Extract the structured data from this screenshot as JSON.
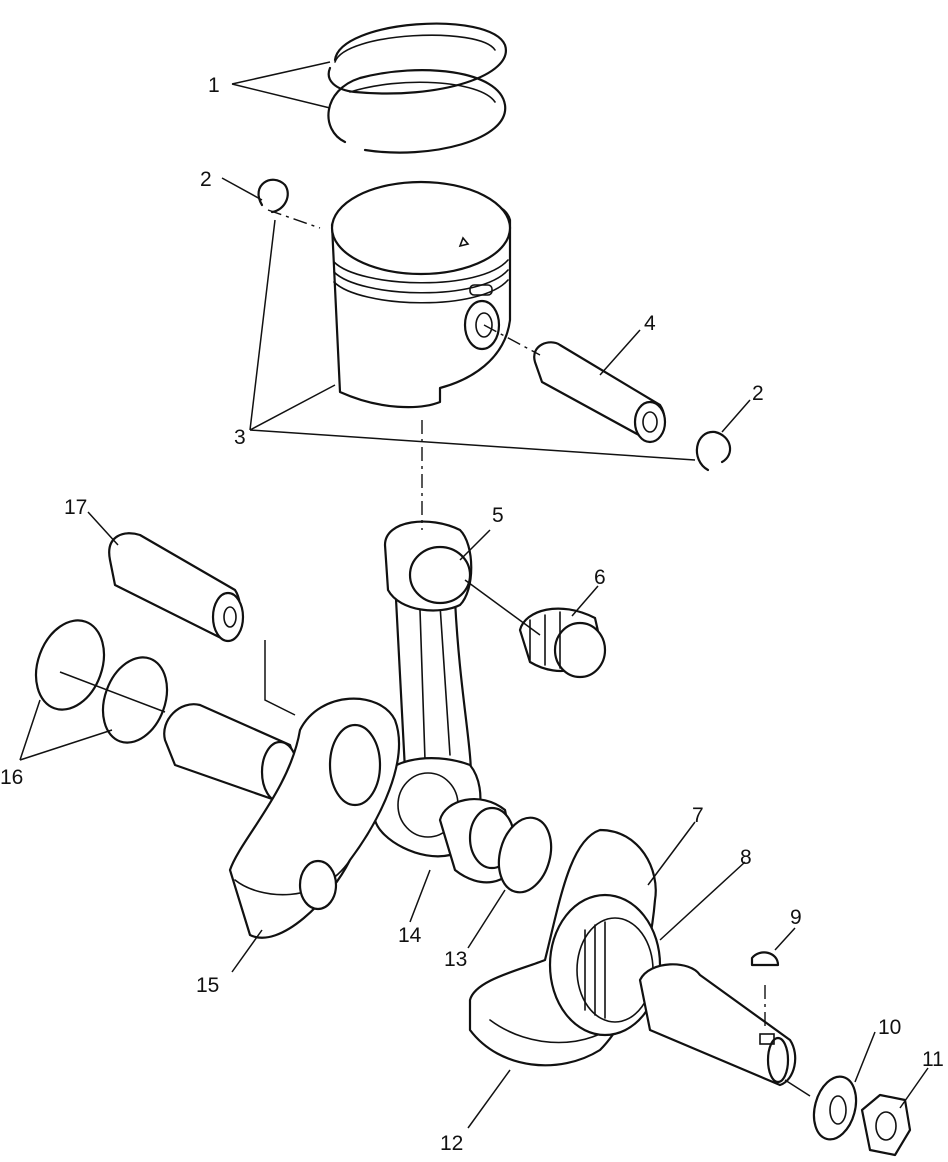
{
  "callouts": [
    {
      "id": "1",
      "text": "1"
    },
    {
      "id": "2a",
      "text": "2"
    },
    {
      "id": "2b",
      "text": "2"
    },
    {
      "id": "3",
      "text": "3"
    },
    {
      "id": "4",
      "text": "4"
    },
    {
      "id": "5",
      "text": "5"
    },
    {
      "id": "6",
      "text": "6"
    },
    {
      "id": "7",
      "text": "7"
    },
    {
      "id": "8",
      "text": "8"
    },
    {
      "id": "9",
      "text": "9"
    },
    {
      "id": "10",
      "text": "10"
    },
    {
      "id": "11",
      "text": "11"
    },
    {
      "id": "12",
      "text": "12"
    },
    {
      "id": "13",
      "text": "13"
    },
    {
      "id": "14",
      "text": "14"
    },
    {
      "id": "15",
      "text": "15"
    },
    {
      "id": "16",
      "text": "16"
    },
    {
      "id": "17",
      "text": "17"
    }
  ],
  "colors": {
    "line": "#111111",
    "background": "#ffffff"
  }
}
